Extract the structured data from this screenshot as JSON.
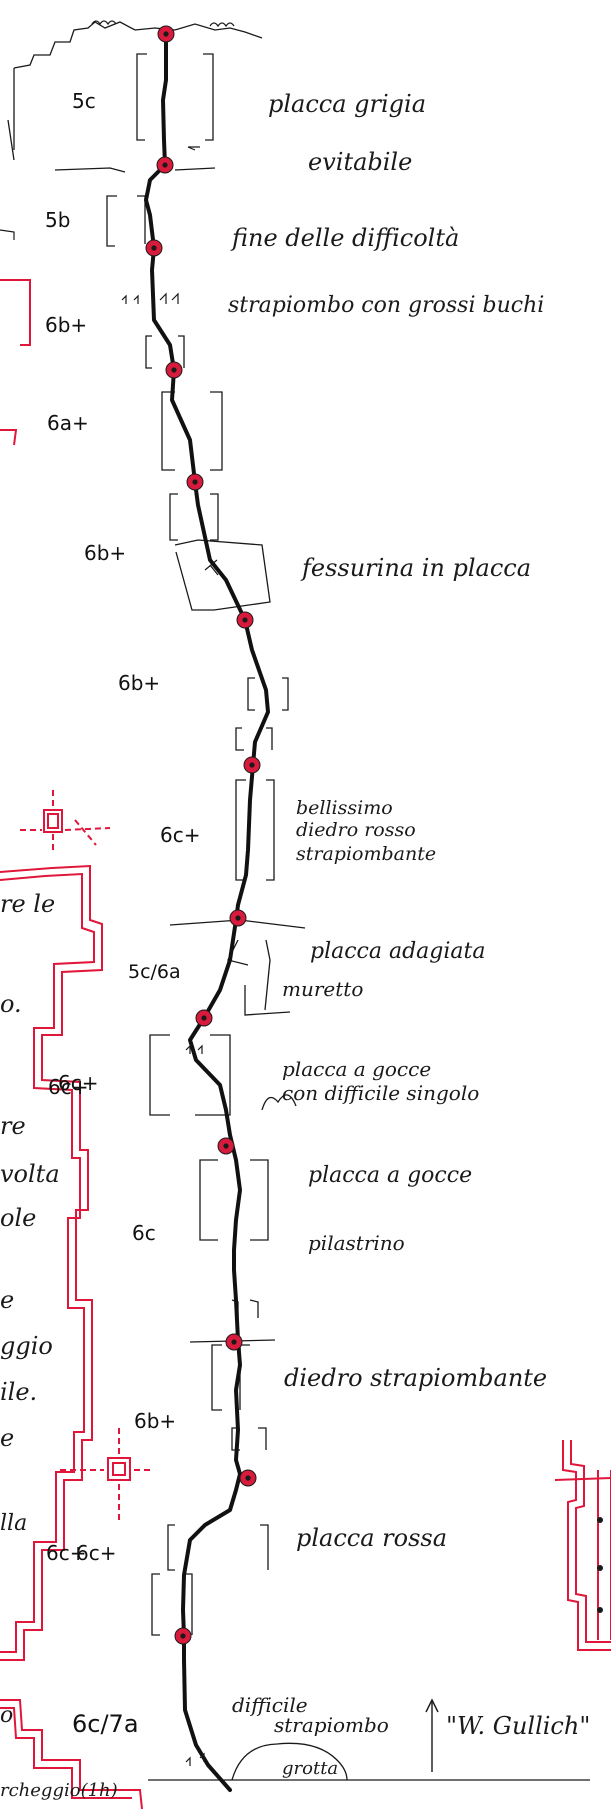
{
  "colors": {
    "ink": "#1a1a1a",
    "route": "#111111",
    "belay_fill": "#d81b3c",
    "belay_core": "#1a1a1a",
    "red_route": "#e0163a"
  },
  "pitches": [
    {
      "grade": "5c",
      "note": "placca grigia"
    },
    {
      "grade": "5b",
      "note": "fine delle difficoltà"
    },
    {
      "grade": "6b+",
      "note": "strapiombo con grossi buchi"
    },
    {
      "grade": "6a+",
      "note": ""
    },
    {
      "grade": "6b+",
      "note": "fessurina in placca"
    },
    {
      "grade": "6b+",
      "note": ""
    },
    {
      "grade": "6c+",
      "note": "bellissimo diedro rosso strapiombante"
    },
    {
      "grade": "5c/6a",
      "note": "placca adagiata"
    },
    {
      "grade": "6c+",
      "note": "placca a gocce con difficile singolo"
    },
    {
      "grade": "6c",
      "note": "placca a gocce"
    },
    {
      "grade": "6b+",
      "note": "diedro strapiombante"
    },
    {
      "grade": "6c+",
      "note": "placca rossa"
    },
    {
      "grade": "6c/7a",
      "note": "difficile strapiombo"
    }
  ],
  "notes": {
    "evitabile": "evitabile",
    "muretto": "muretto",
    "pilastrino": "pilastrino",
    "grotta": "grotta",
    "diedro_line1": "bellissimo",
    "diedro_line2": "diedro rosso",
    "diedro_line3": "strapiombante",
    "gocce_line1": "placca a gocce",
    "gocce_line2": "con difficile singolo",
    "strap_line1": "difficile",
    "strap_line2": "strapiombo",
    "route_name": "\"W. Gullich\""
  },
  "left_route": {
    "grades": [
      "6c+",
      "6c+"
    ],
    "fragments": [
      "re le",
      "o.",
      "re",
      "volta",
      "ole",
      "e",
      "ggio",
      "ile.",
      "e",
      "lla",
      "o",
      "rcheggio(1h)"
    ]
  }
}
